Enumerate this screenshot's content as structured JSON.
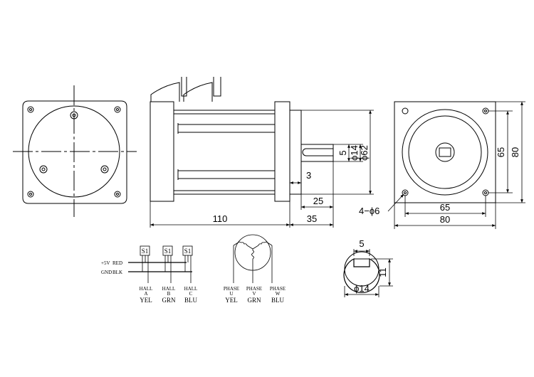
{
  "dimensions": {
    "length_110": "110",
    "shaft_len_35": "35",
    "shaft_25": "25",
    "offset_3": "3",
    "key_5": "5",
    "shaft_dia_14": "ϕ14",
    "pilot_dia_62": "ϕ62",
    "flange_80_h": "80",
    "flange_80_v": "80",
    "hole_spacing_65_h": "65",
    "hole_spacing_65_v": "65",
    "holes": "4−ϕ6",
    "key_width_5": "5",
    "key_height_11": "11",
    "section_dia_14": "ϕ14"
  },
  "wiring": {
    "power": [
      {
        "signal": "+5V",
        "color": "RED"
      },
      {
        "signal": "GND",
        "color": "BLK"
      }
    ],
    "sensor_label": "S1",
    "hall": [
      {
        "name": "HALL",
        "id": "A",
        "color": "YEL"
      },
      {
        "name": "HALL",
        "id": "B",
        "color": "GRN"
      },
      {
        "name": "HALL",
        "id": "C",
        "color": "BLU"
      }
    ],
    "phase": [
      {
        "name": "PHASE",
        "id": "U",
        "color": "YEL"
      },
      {
        "name": "PHASE",
        "id": "V",
        "color": "GRN"
      },
      {
        "name": "PHASE",
        "id": "W",
        "color": "BLU"
      }
    ]
  },
  "colors": {
    "line": "#000000",
    "background": "#ffffff"
  }
}
